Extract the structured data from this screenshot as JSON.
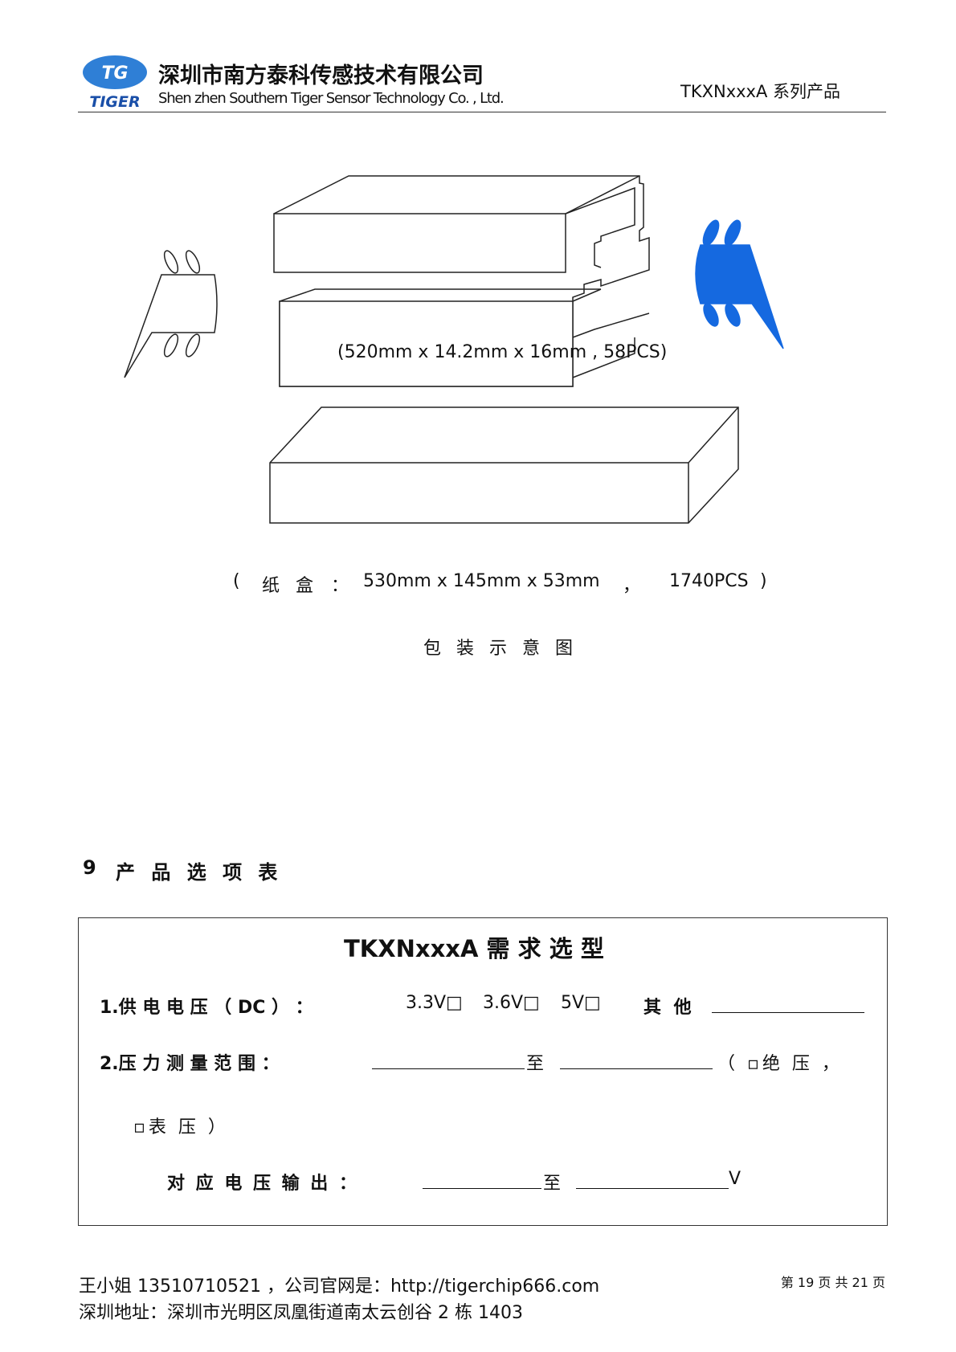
{
  "header": {
    "logo_text": "TG",
    "logo_word": "TIGER",
    "company_cn": "深圳市南方泰科传感技术有限公司",
    "company_en": "Shen zhen Southern Tiger Sensor Technology Co. , Ltd.",
    "series": "TKXNxxxA 系列产品"
  },
  "figures": {
    "profile_caption": "(520mm x 14.2mm x 16mm , 58PCS)",
    "box_caption": {
      "open": "(",
      "label1": "纸",
      "label2": "盒",
      "colon": "：",
      "dims": "530mm x 145mm x 53mm",
      "comma": "，",
      "qty": "1740PCS",
      "close": ")"
    },
    "diagram_title": "包 装 示 意 图"
  },
  "section": {
    "number": "9",
    "title": "产 品 选 项 表"
  },
  "form": {
    "title": "TKXNxxxA  需 求 选 型",
    "row1": {
      "label": "1.供 电 电 压 （ DC ） ：",
      "opt1": "3.3V□",
      "opt2": "3.6V□",
      "opt3": "5V□",
      "other": "其 他"
    },
    "row2": {
      "label": "2.压 力 测 量 范 围 ：",
      "to": "至",
      "paren": "（ ▫绝 压 ，"
    },
    "row3": {
      "text": "▫表 压 ）"
    },
    "row4": {
      "label": "对 应 电 压 输 出 ：",
      "to": "至",
      "unit": "V"
    }
  },
  "footer": {
    "contact": "王小姐 13510710521 ，公司官网是：http://tigerchip666.com",
    "address": "深圳地址：深圳市光明区凤凰街道南太云创谷 2 栋 1403",
    "page": "第 19 页 共 21 页"
  },
  "colors": {
    "brand_blue": "#1a6fd4",
    "clip_blue": "#1569e0"
  }
}
